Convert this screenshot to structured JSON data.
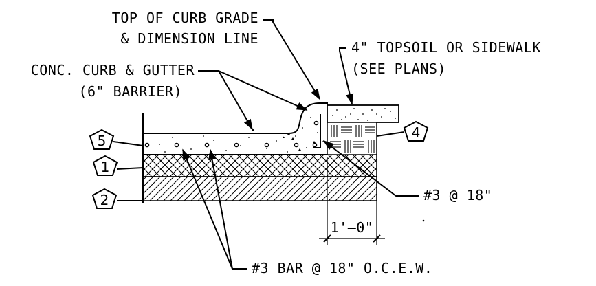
{
  "labels": {
    "top_of_curb_line1": "TOP OF CURB GRADE",
    "top_of_curb_line2": "& DIMENSION LINE",
    "topsoil_line1": "4\" TOPSOIL OR SIDEWALK",
    "topsoil_line2": "(SEE PLANS)",
    "curb_line1": "CONC. CURB & GUTTER",
    "curb_line2": "(6\" BARRIER)",
    "rebar_back": "#3 @ 18\"",
    "dimension": "1'–0\"",
    "rebar_bottom": "#3 BAR @ 18\" O.C.E.W."
  },
  "callouts": [
    "5",
    "1",
    "2",
    "4"
  ]
}
